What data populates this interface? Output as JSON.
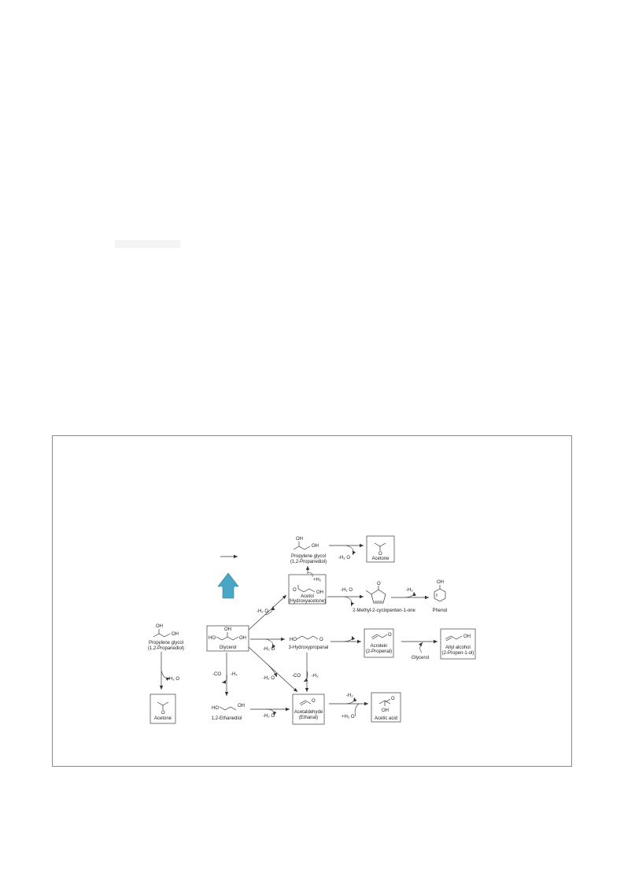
{
  "molecules": {
    "glycerol": "Glycerol",
    "propylene_glycol_top": [
      "Propylene glycol",
      "(1,2-Propanediol)"
    ],
    "acetone_top": "Acetone",
    "acetol": [
      "Acetol",
      "(Hydroxyacetone)"
    ],
    "methylcyclopentenone": "2-Methyl-2-cyclopenten-1-one",
    "phenol": "Phenol",
    "hydroxypropanal": "3-Hydroxypropanal",
    "acrolein": [
      "Acrolein",
      "(2-Propenal)"
    ],
    "allyl_alcohol": [
      "Allyl alcohol",
      "(2-Propen-1-ol)"
    ],
    "glycerol_reagent": "Glycerol",
    "propylene_glycol_left": [
      "Propylene glycol",
      "(1,2-Propanediol)"
    ],
    "acetone_left": "Acetone",
    "ethanediol": "1,2-Ethanediol",
    "acetaldehyde": [
      "Acetaldehyde",
      "(Ethanal)"
    ],
    "acetic_acid": "Acetic acid"
  },
  "atoms": {
    "oh": "OH",
    "ho": "HO",
    "o": "O"
  },
  "conditions": {
    "minus_h2o": "-H₂ O",
    "plus_h2": "+H₂",
    "minus_h2": "-H₂",
    "minus_co": "-CO",
    "plus_h2o": "+H₂ O"
  },
  "colors": {
    "big_arrow": "#4aa6c6",
    "big_arrow_edge": "#2d7e9c",
    "frame": "#8a8a8a"
  }
}
